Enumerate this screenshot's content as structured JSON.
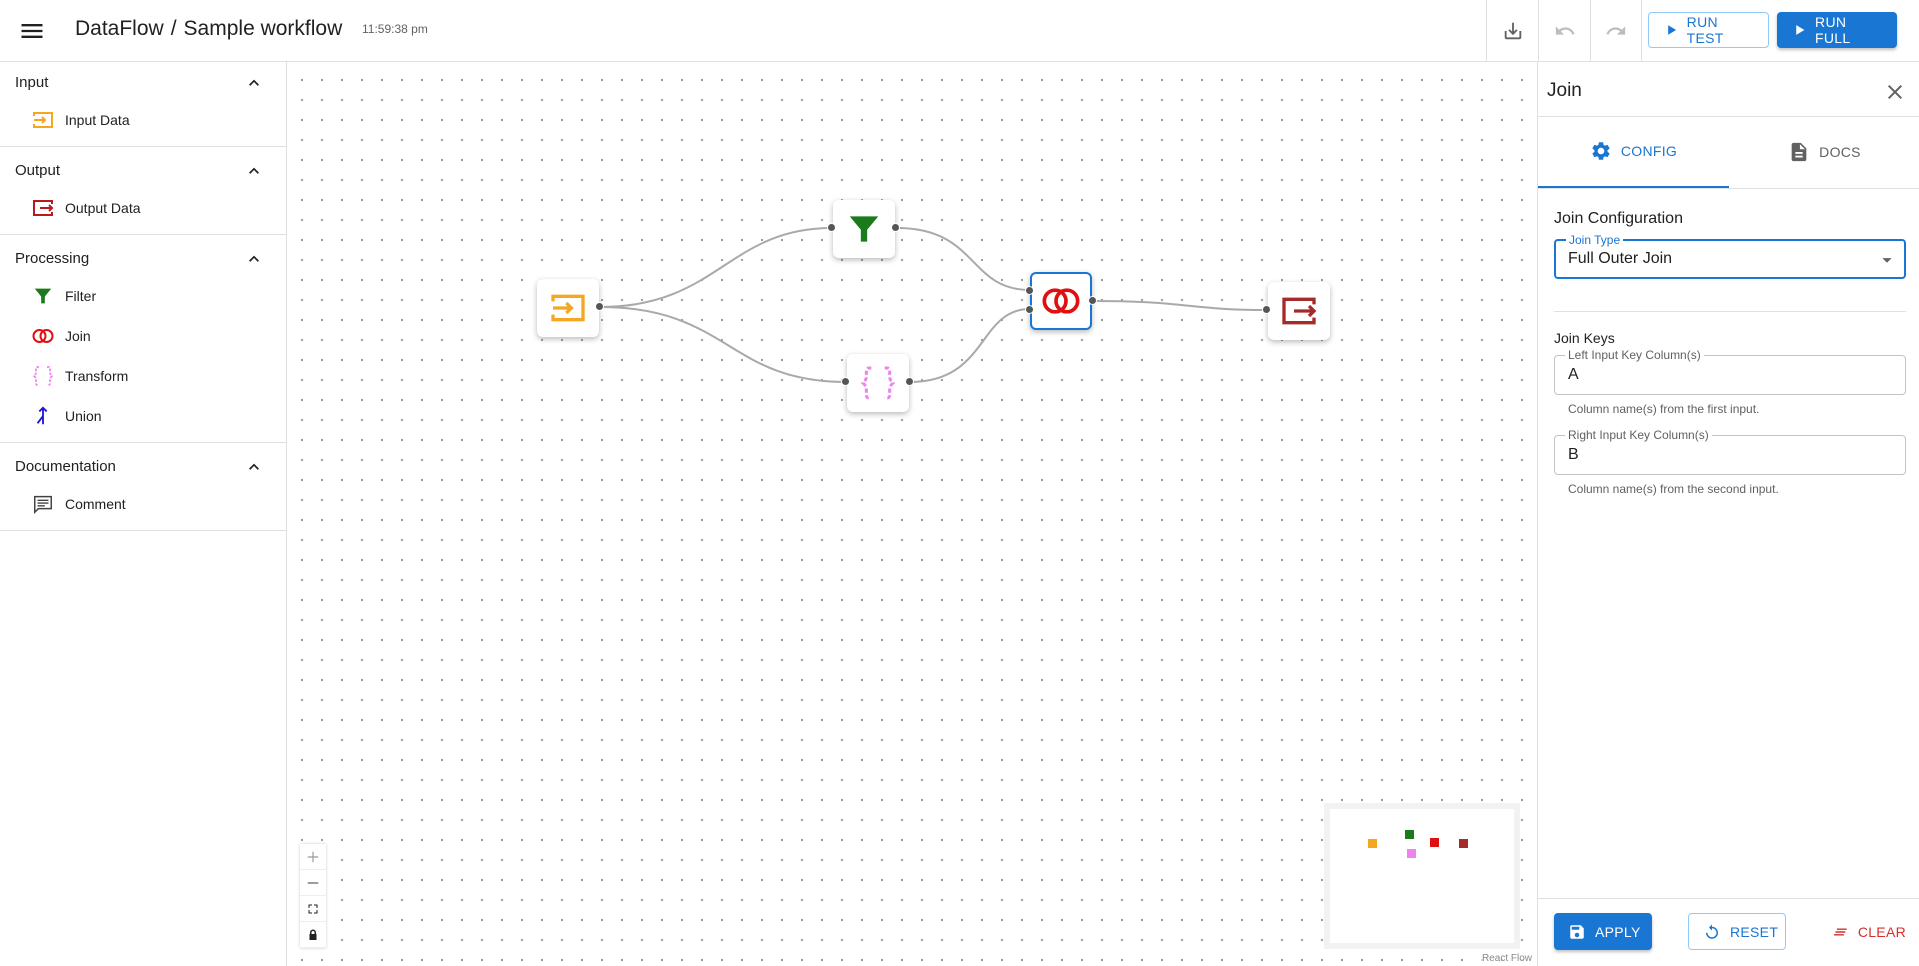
{
  "header": {
    "app_name": "DataFlow",
    "separator": "/",
    "workflow_name": "Sample workflow",
    "time": "11:59:38 pm",
    "run_test_label": "RUN TEST",
    "run_full_label": "RUN FULL"
  },
  "sidebar": {
    "sections": [
      {
        "title": "Input",
        "items": [
          {
            "label": "Input Data",
            "icon": "input-icon",
            "color": "#f5a623"
          }
        ]
      },
      {
        "title": "Output",
        "items": [
          {
            "label": "Output Data",
            "icon": "output-icon",
            "color": "#b71c1c"
          }
        ]
      },
      {
        "title": "Processing",
        "items": [
          {
            "label": "Filter",
            "icon": "filter-icon",
            "color": "#1b7a1b"
          },
          {
            "label": "Join",
            "icon": "join-icon",
            "color": "#e01010"
          },
          {
            "label": "Transform",
            "icon": "transform-icon",
            "color": "#ee82ee"
          },
          {
            "label": "Union",
            "icon": "union-icon",
            "color": "#1a1acc"
          }
        ]
      },
      {
        "title": "Documentation",
        "items": [
          {
            "label": "Comment",
            "icon": "comment-icon",
            "color": "#424242"
          }
        ]
      }
    ]
  },
  "canvas": {
    "nodes": [
      {
        "id": "input",
        "icon": "input-icon",
        "color": "#f5a623"
      },
      {
        "id": "filter",
        "icon": "filter-icon",
        "color": "#1b7a1b"
      },
      {
        "id": "transform",
        "icon": "transform-icon",
        "color": "#ee82ee"
      },
      {
        "id": "join",
        "icon": "join-icon",
        "color": "#e01010",
        "selected": true
      },
      {
        "id": "output",
        "icon": "output-icon",
        "color": "#a52a2a"
      }
    ],
    "attribution": "React Flow"
  },
  "panel": {
    "title": "Join",
    "tabs": [
      {
        "label": "CONFIG",
        "icon": "gear-icon"
      },
      {
        "label": "DOCS",
        "icon": "document-icon"
      }
    ],
    "config_title": "Join Configuration",
    "join_type": {
      "label": "Join Type",
      "value": "Full Outer Join"
    },
    "join_keys_title": "Join Keys",
    "left_key": {
      "label": "Left Input Key Column(s)",
      "value": "A",
      "helper": "Column name(s) from the first input."
    },
    "right_key": {
      "label": "Right Input Key Column(s)",
      "value": "B",
      "helper": "Column name(s) from the second input."
    },
    "apply_label": "APPLY",
    "reset_label": "RESET",
    "clear_label": "CLEAR"
  },
  "colors": {
    "accent": "#1976d2",
    "danger": "#d32f2f"
  }
}
